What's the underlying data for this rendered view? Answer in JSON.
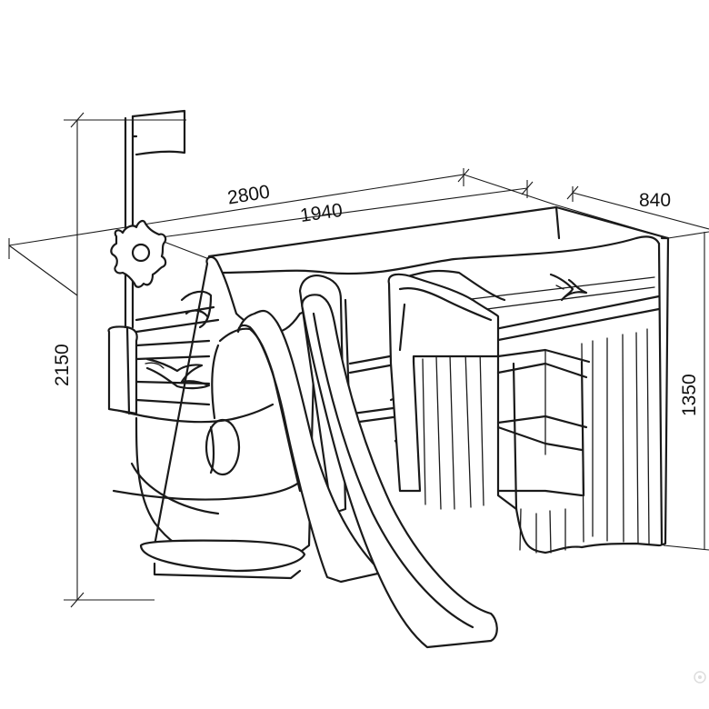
{
  "dimensions": {
    "overall_length": "2800",
    "bed_length": "1940",
    "depth": "840",
    "total_height": "2150",
    "bed_height": "1350"
  },
  "colors": {
    "line": "#1a1a1a",
    "background": "#ffffff"
  }
}
